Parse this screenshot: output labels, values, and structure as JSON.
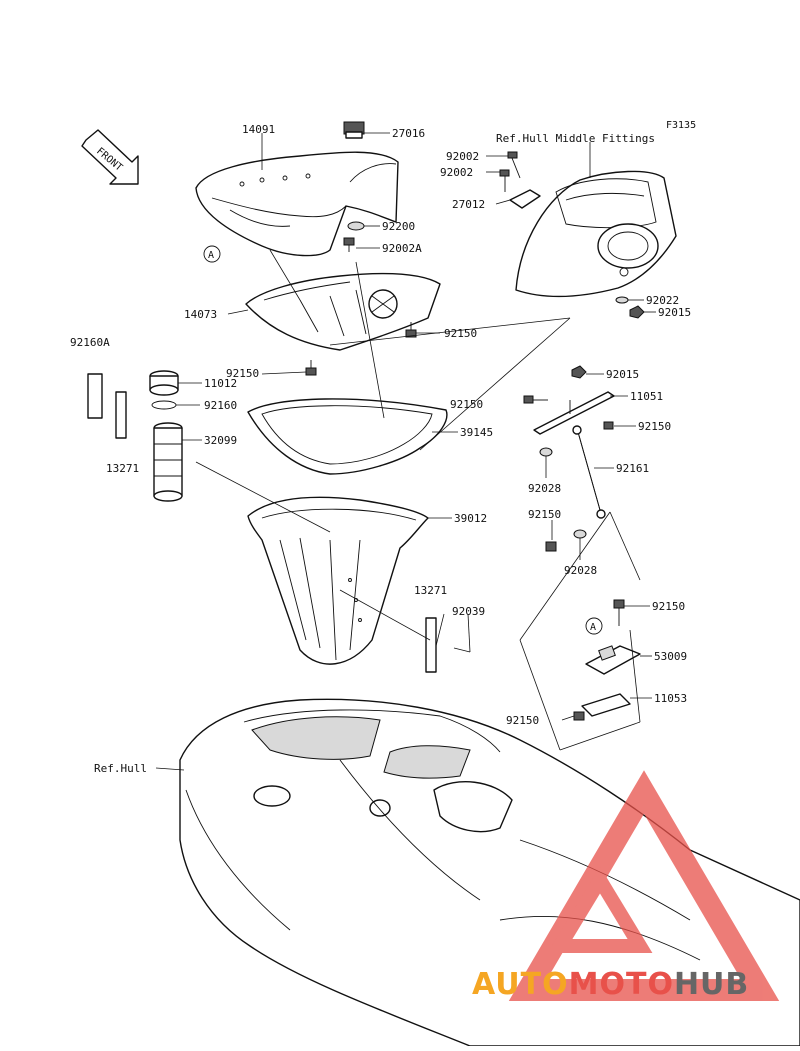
{
  "diagram": {
    "code": "F3135",
    "ref_hull_middle": "Ref.Hull Middle Fittings",
    "ref_hull": "Ref.Hull",
    "front": "FRONT",
    "marker_a": "A",
    "parts": {
      "p14091": "14091",
      "p27016": "27016",
      "p92200": "92200",
      "p92002A": "92002A",
      "p14073": "14073",
      "p92150_a": "92150",
      "p92150_b": "92150",
      "p92160A": "92160A",
      "p11012": "11012",
      "p92160": "92160",
      "p32099": "32099",
      "p13271_a": "13271",
      "p39145": "39145",
      "p92150_c": "92150",
      "p39012": "39012",
      "p13271_b": "13271",
      "p92039": "92039",
      "p92002_a": "92002",
      "p92002_b": "92002",
      "p27012": "27012",
      "p92022": "92022",
      "p92015_a": "92015",
      "p92015_b": "92015",
      "p11051": "11051",
      "p92150_d": "92150",
      "p92161": "92161",
      "p92028_a": "92028",
      "p92150_e": "92150",
      "p92028_b": "92028",
      "p92150_f": "92150",
      "p53009": "53009",
      "p11053": "11053",
      "p92150_g": "92150"
    }
  },
  "watermark": {
    "part1": "AUTO",
    "part2": "MOTO",
    "part3": "HUB",
    "color1": "#f5a623",
    "color2": "#e8514a",
    "color3": "#666666"
  }
}
